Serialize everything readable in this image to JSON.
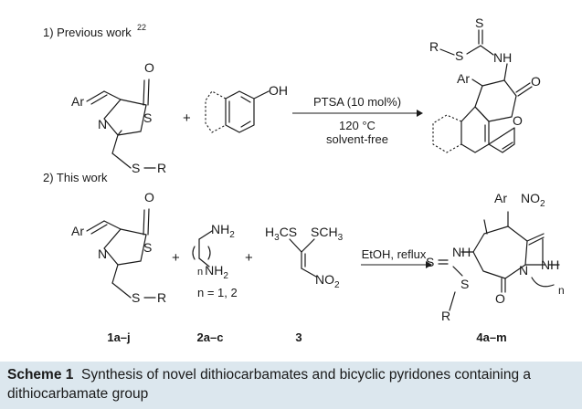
{
  "section1": {
    "title": "1) Previous work",
    "ref": "22"
  },
  "section2": {
    "title": "2) This work"
  },
  "reaction1": {
    "reagent": "PTSA (10 mol%)",
    "temperature": "120 °C",
    "conditions": "solvent-free"
  },
  "reaction2": {
    "conditions": "EtOH, reflux"
  },
  "labels": {
    "ar": "Ar",
    "r": "R",
    "s": "S",
    "n": "N",
    "o": "O",
    "oh": "OH",
    "nh": "NH",
    "plus": "+",
    "nh2": "NH",
    "sub2": "2",
    "h3c": "H",
    "h3c_sub": "3",
    "h3c_c": "CS",
    "sch3": "SCH",
    "sch3_sub": "3",
    "no2": "NO",
    "n_index": "n",
    "range": "n = 1, 2"
  },
  "compounds": [
    "1a–j",
    "2a–c",
    "3",
    "4a–m"
  ],
  "caption": {
    "label": "Scheme 1",
    "text": "Synthesis of novel dithiocarbamates and bicyclic pyridones containing a dithiocarbamate group"
  }
}
